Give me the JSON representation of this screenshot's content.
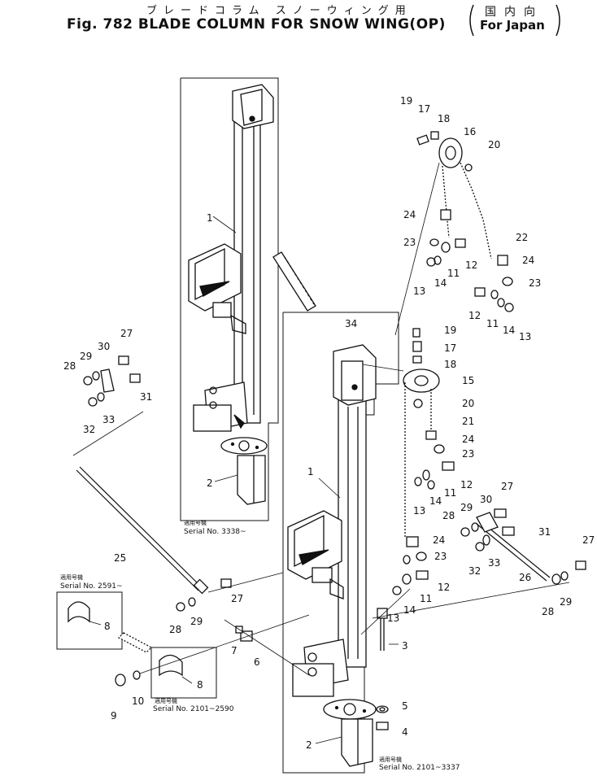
{
  "title": {
    "japanese": "ブレードコラム スノーウィング用",
    "english": "Fig. 782 BLADE COLUMN FOR SNOW WING(OP)",
    "region_jp": "国内向",
    "region_en": "For Japan"
  },
  "serial_notes": {
    "upper_left_jp": "適用号機",
    "upper_left": "Serial No. 3338~",
    "left_top_jp": "適用号機",
    "left_top": "Serial No. 2591~",
    "left_bottom_jp": "適用号機",
    "left_bottom": "Serial No. 2101~2590",
    "bottom_jp": "適用号機",
    "bottom": "Serial No. 2101~3337"
  },
  "callouts": [
    "1",
    "2",
    "19",
    "17",
    "18",
    "16",
    "20",
    "24",
    "22",
    "23",
    "12",
    "11",
    "14",
    "13",
    "24",
    "23",
    "12",
    "11",
    "14",
    "13",
    "34",
    "19",
    "17",
    "18",
    "15",
    "20",
    "21",
    "24",
    "23",
    "12",
    "11",
    "14",
    "13",
    "24",
    "23",
    "12",
    "11",
    "14",
    "13",
    "27",
    "30",
    "29",
    "28",
    "31",
    "32",
    "33",
    "25",
    "27",
    "28",
    "29",
    "7",
    "6",
    "8",
    "8",
    "9",
    "10",
    "1",
    "2",
    "3",
    "5",
    "4",
    "30",
    "29",
    "28",
    "27",
    "31",
    "33",
    "32",
    "26",
    "27",
    "28",
    "29"
  ]
}
